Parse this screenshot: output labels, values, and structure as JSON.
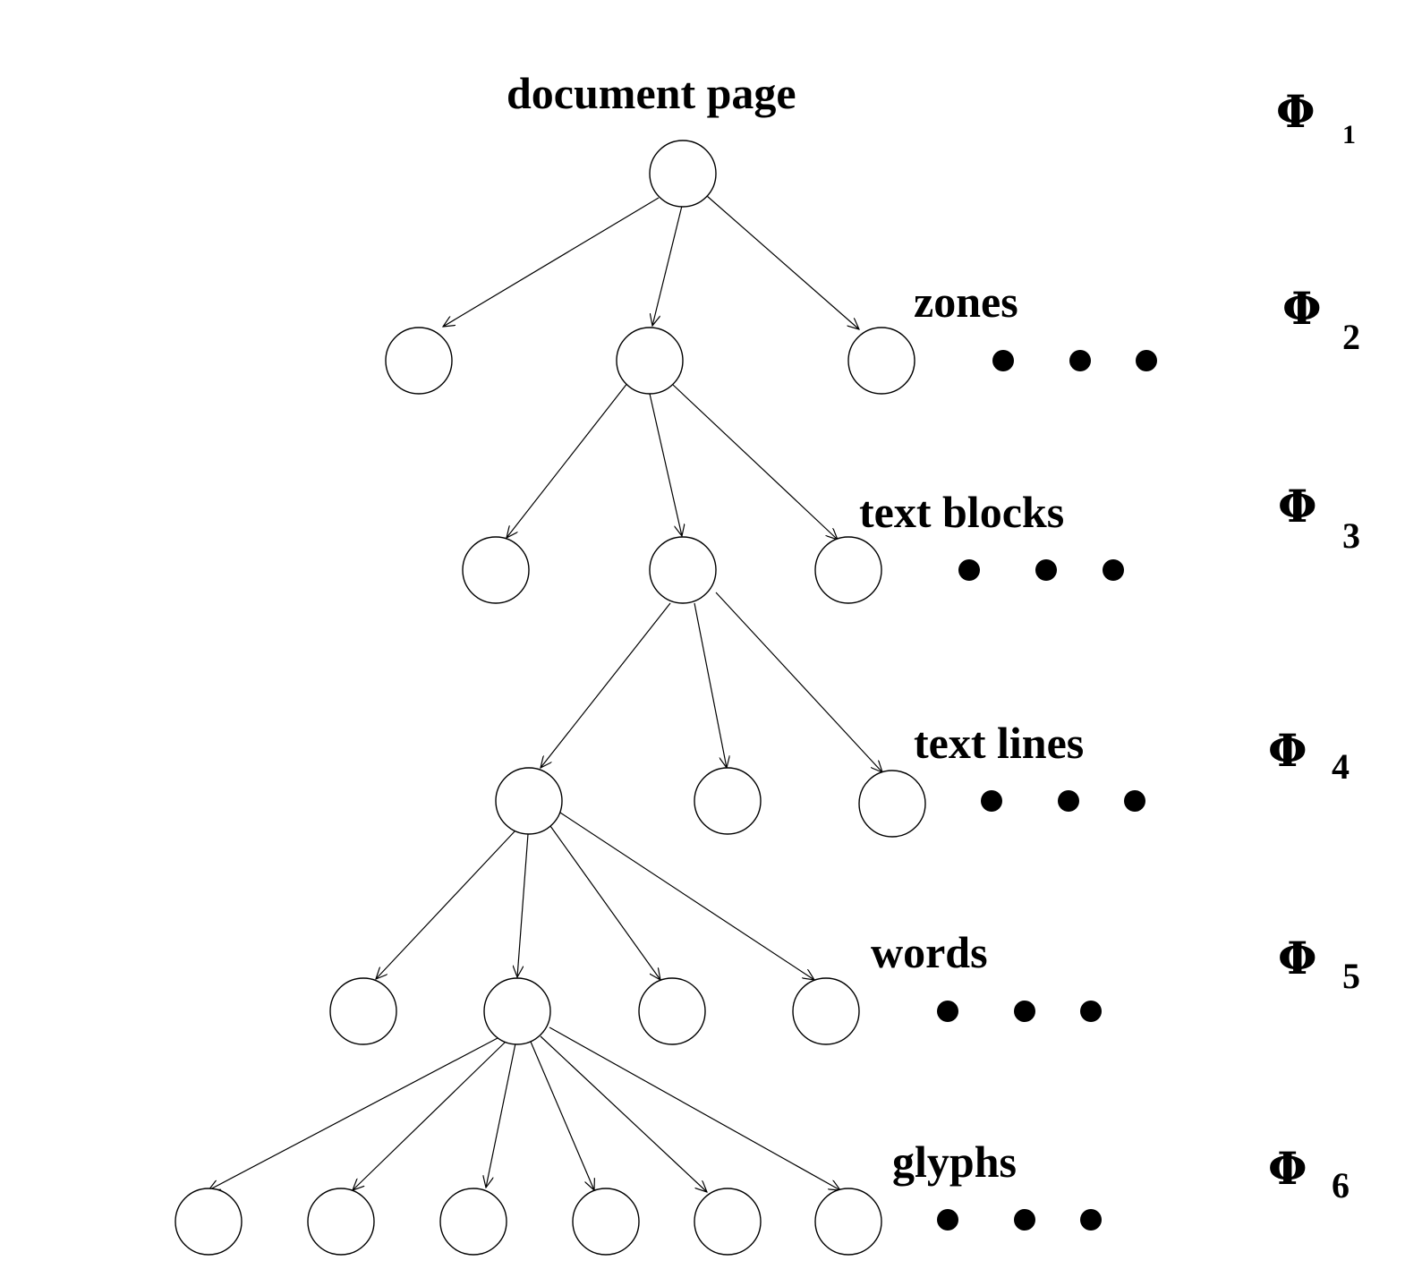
{
  "levels": [
    {
      "label": "document page",
      "symbol": "Φ",
      "index": "1"
    },
    {
      "label": "zones",
      "symbol": "Φ",
      "index": "2"
    },
    {
      "label": "text blocks",
      "symbol": "Φ",
      "index": "3"
    },
    {
      "label": "text lines",
      "symbol": "Φ",
      "index": "4"
    },
    {
      "label": "words",
      "symbol": "Φ",
      "index": "5"
    },
    {
      "label": "glyphs",
      "symbol": "Φ",
      "index": "6"
    }
  ],
  "colors": {
    "stroke": "#000000",
    "background": "#ffffff"
  }
}
